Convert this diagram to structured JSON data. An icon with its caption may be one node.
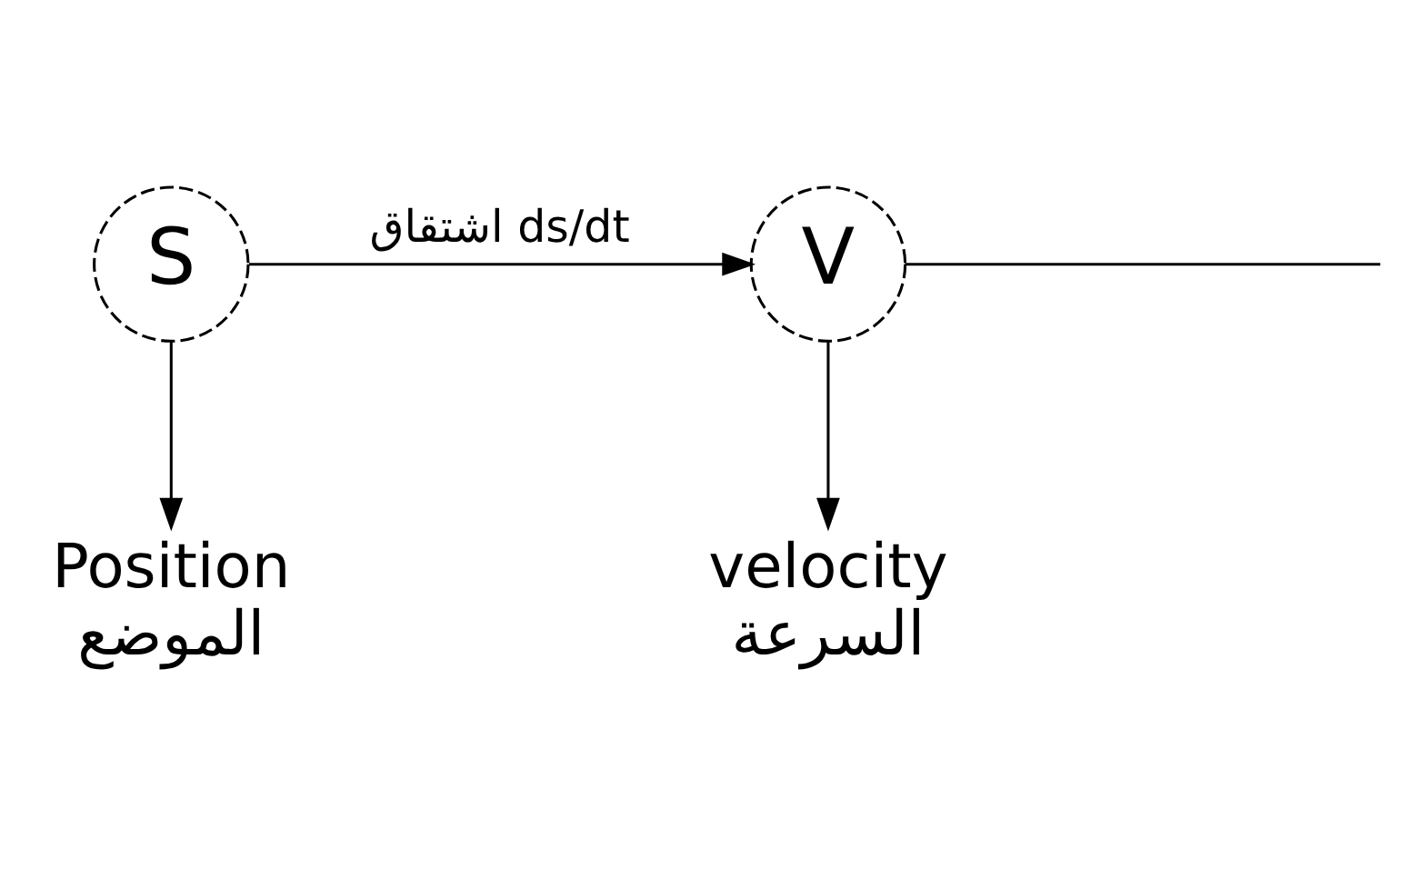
{
  "diagram": {
    "nodes": [
      {
        "text": [
          "S"
        ]
      },
      {
        "text": [
          "Position",
          "الموضع"
        ]
      },
      {
        "text": [
          "V"
        ]
      },
      {
        "text": [
          "velocity",
          "السرعة"
        ]
      }
    ],
    "edges": [
      {
        "from": 0,
        "to": 2,
        "arrow": "to",
        "label": "اشتقاق ds/dt"
      },
      {
        "from": 0,
        "to": 1,
        "arrow": "to"
      },
      {
        "from": 2,
        "to": 3,
        "arrow": "to"
      },
      {
        "from": 2,
        "to": null,
        "arrow": "none"
      }
    ]
  }
}
